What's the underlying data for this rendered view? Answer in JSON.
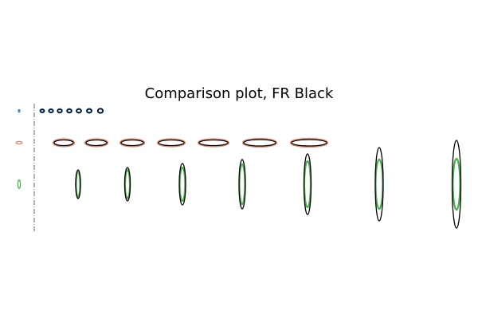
{
  "chart_data": {
    "type": "scatter",
    "title": "Comparison plot, FR Black",
    "xlabel": "",
    "ylabel": "",
    "axes_visible": false,
    "legend": "none",
    "reference_glyph_colors": [
      "#1f77b4",
      "#e8866a",
      "#4caf50"
    ],
    "outline_color": "#000000",
    "series": [
      {
        "row": 1,
        "color": "#1f77b4",
        "reference": {
          "rx": 1,
          "ry": 1.5
        },
        "items": [
          {
            "rx": 2.4,
            "ry": 1.9,
            "ref_rx": 2.4,
            "ref_ry": 1.9
          },
          {
            "rx": 2.6,
            "ry": 2.0,
            "ref_rx": 2.6,
            "ref_ry": 2.0
          },
          {
            "rx": 2.7,
            "ry": 2.1,
            "ref_rx": 2.7,
            "ref_ry": 2.1
          },
          {
            "rx": 2.8,
            "ry": 2.2,
            "ref_rx": 2.8,
            "ref_ry": 2.2
          },
          {
            "rx": 2.9,
            "ry": 2.3,
            "ref_rx": 2.9,
            "ref_ry": 2.3
          },
          {
            "rx": 3.0,
            "ry": 2.4,
            "ref_rx": 3.0,
            "ref_ry": 2.4
          },
          {
            "rx": 3.2,
            "ry": 2.6,
            "ref_rx": 3.2,
            "ref_ry": 2.6
          }
        ]
      },
      {
        "row": 2,
        "color": "#e8866a",
        "reference": {
          "rx": 4,
          "ry": 1.5
        },
        "items": [
          {
            "rx": 12,
            "ry": 3.5,
            "ref_rx": 13,
            "ref_ry": 4.5
          },
          {
            "rx": 13,
            "ry": 3.5,
            "ref_rx": 14,
            "ref_ry": 4.5
          },
          {
            "rx": 14,
            "ry": 3.5,
            "ref_rx": 15,
            "ref_ry": 4.5
          },
          {
            "rx": 16,
            "ry": 3.5,
            "ref_rx": 17,
            "ref_ry": 4.5
          },
          {
            "rx": 18,
            "ry": 3.5,
            "ref_rx": 19,
            "ref_ry": 4.5
          },
          {
            "rx": 20,
            "ry": 4.0,
            "ref_rx": 21,
            "ref_ry": 5.0
          },
          {
            "rx": 22,
            "ry": 4.0,
            "ref_rx": 23,
            "ref_ry": 5.0
          }
        ]
      },
      {
        "row": 3,
        "color": "#4caf50",
        "reference": {
          "rx": 1.5,
          "ry": 5.5
        },
        "items": [
          {
            "rx": 3.0,
            "ry": 18,
            "ref_rx": 2.6,
            "ref_ry": 16
          },
          {
            "rx": 3.5,
            "ry": 21,
            "ref_rx": 3.0,
            "ref_ry": 18
          },
          {
            "rx": 4.0,
            "ry": 26,
            "ref_rx": 3.4,
            "ref_ry": 21
          },
          {
            "rx": 4.0,
            "ry": 31,
            "ref_rx": 3.5,
            "ref_ry": 25
          },
          {
            "rx": 4.5,
            "ry": 38,
            "ref_rx": 4.0,
            "ref_ry": 29
          },
          {
            "rx": 5.0,
            "ry": 46,
            "ref_rx": 4.5,
            "ref_ry": 31
          },
          {
            "rx": 5.5,
            "ry": 55,
            "ref_rx": 4.5,
            "ref_ry": 32
          }
        ]
      }
    ]
  }
}
